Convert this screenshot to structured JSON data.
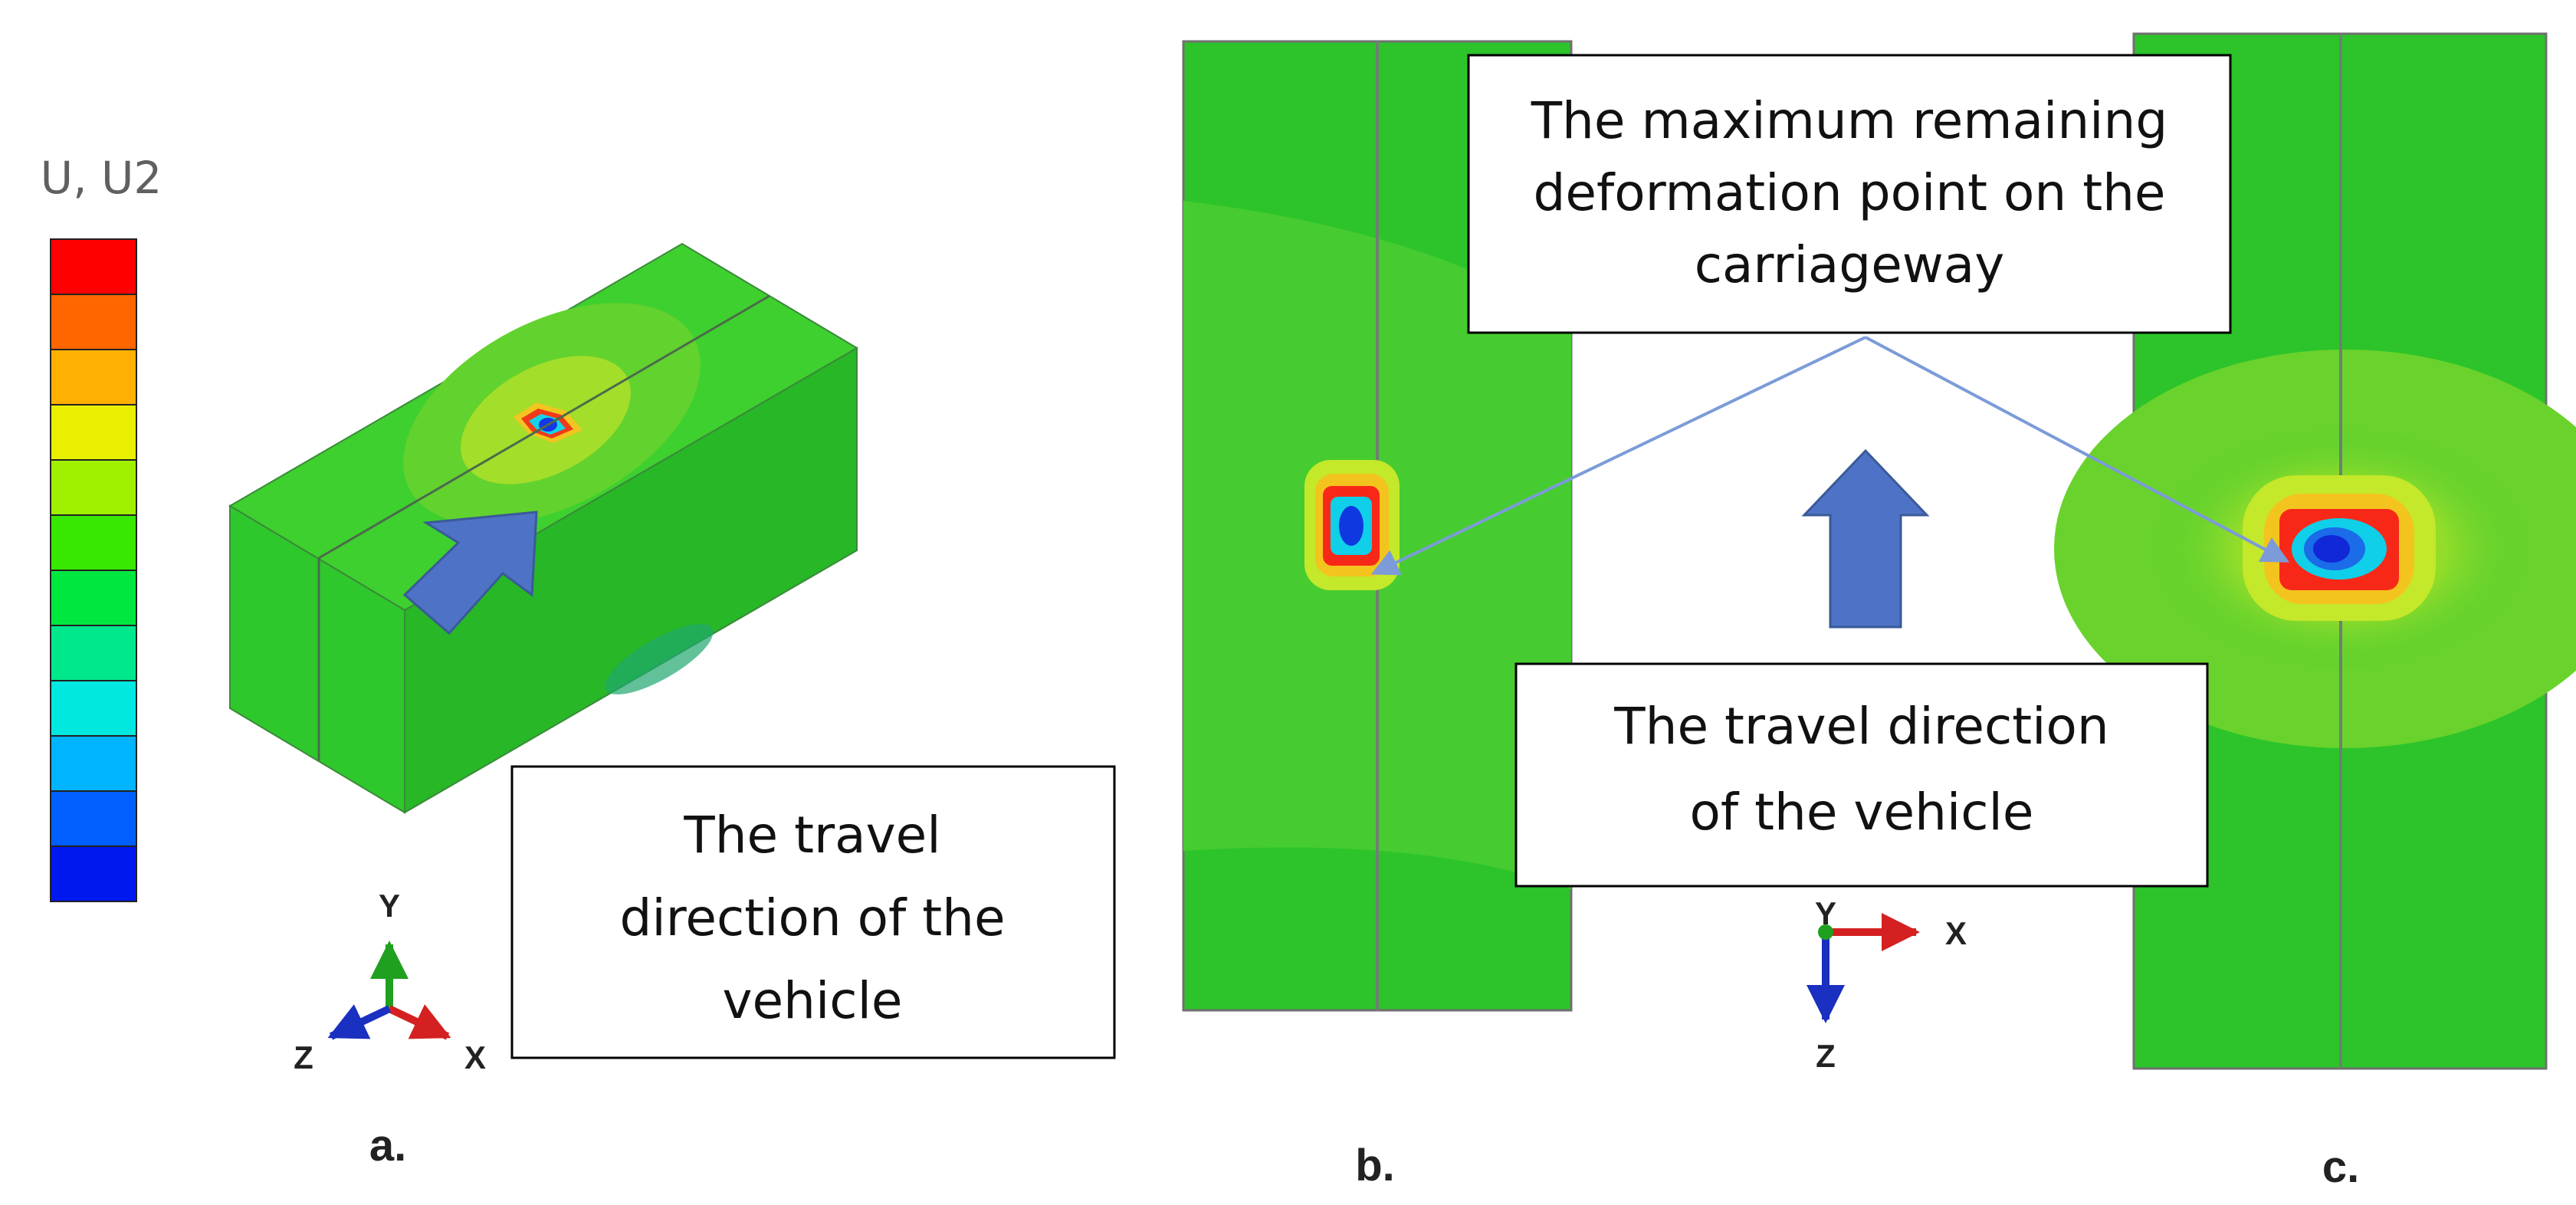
{
  "legend": {
    "title": "U, U2",
    "colors": [
      "#ff0000",
      "#ff6600",
      "#ffb000",
      "#e8f000",
      "#a0f000",
      "#38e800",
      "#00e840",
      "#00e88c",
      "#00e8e0",
      "#00b4ff",
      "#0060ff",
      "#0018f0"
    ]
  },
  "panel_a": {
    "caption": "a.",
    "callout_lines": [
      "The travel",
      "direction of the",
      "vehicle"
    ],
    "axes": {
      "y": "Y",
      "x": "X",
      "z": "Z"
    }
  },
  "panel_b": {
    "caption": "b.",
    "callout_lines": [
      "The maximum remaining",
      "deformation point on the",
      "carriageway"
    ]
  },
  "panel_c": {
    "caption": "c.",
    "callout_lines": [
      "The travel direction",
      "of the vehicle"
    ],
    "axes": {
      "y": "Y",
      "x": "X",
      "z": "Z"
    }
  },
  "colors": {
    "field_green": "#22cc22",
    "light_field": "#8ee01e",
    "arrow_blue": "#4d74c0",
    "leader_blue": "#7c9bd8"
  }
}
